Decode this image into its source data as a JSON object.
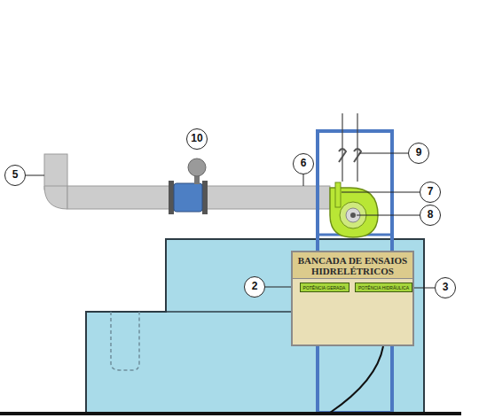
{
  "diagram": {
    "nodes": [
      {
        "text": [
          "BANCADA DE ENSAIOS HIDRELÉTRICOS"
        ]
      },
      {
        "text": [
          "POTÊNCIA GERADA"
        ],
        "in": 0
      },
      {
        "text": [
          "POTÊNCIA HIDRÁULICA"
        ],
        "in": 0
      }
    ],
    "labels": [
      "2",
      "3",
      "5",
      "6",
      "7",
      "8",
      "9",
      "10"
    ]
  }
}
